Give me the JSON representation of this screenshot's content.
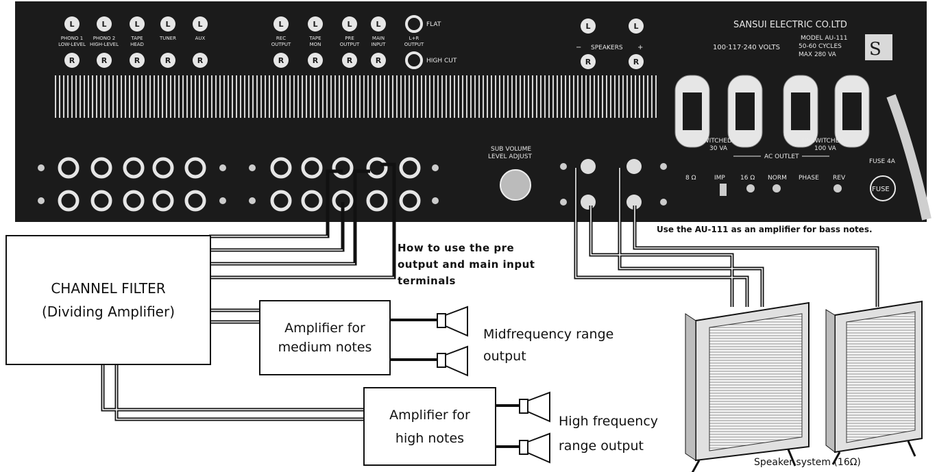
{
  "panel": {
    "brand": "SANSUI ELECTRIC CO.LTD",
    "model": "MODEL AU-111",
    "voltage": "100·117·240 VOLTS",
    "cycles": "50-60 CYCLES",
    "max": "MAX 280 VA",
    "jacks_top": [
      "PHONO 1\nLOW-LEVEL",
      "PHONO 2\nHIGH-LEVEL",
      "TAPE\nHEAD",
      "TUNER",
      "AUX",
      "REC\nOUTPUT",
      "TAPE\nMON",
      "PRE\nOUTPUT",
      "MAIN\nINPUT",
      "L+R\nOUTPUT"
    ],
    "flat_label": "FLAT",
    "high_cut_label": "HIGH CUT",
    "speakers_label": "SPEAKERS",
    "switched": "SWITCHED",
    "switched_va": "30 VA",
    "unswitched": "UNSWITCHED",
    "unswitched_va": "100 VA",
    "ac_outlet": "AC OUTLET",
    "sub_volume": "SUB VOLUME",
    "level_adjust": "LEVEL ADJUST",
    "imp": "IMP",
    "imp_8": "8 Ω",
    "imp_16": "16 Ω",
    "phase": "PHASE",
    "norm": "NORM",
    "rev": "REV",
    "fuse": "FUSE",
    "fuse_rating": "FUSE 4A",
    "jack_L": "L",
    "jack_R": "R"
  },
  "diagram": {
    "channel_filter_line1": "CHANNEL FILTER",
    "channel_filter_line2": "(Dividing Amplifier)",
    "amp_medium_line1": "Amplifier for",
    "amp_medium_line2": "medium notes",
    "amp_high_line1": "Amplifier for",
    "amp_high_line2": "high notes",
    "how_to_line1": "How to use the pre",
    "how_to_line2": "output and main input",
    "how_to_line3": "terminals",
    "mid_output_line1": "Midfrequency range",
    "mid_output_line2": "output",
    "high_output_line1": "High frequency",
    "high_output_line2": "range output",
    "bass_note": "Use the AU-111 as an amplifier for bass notes.",
    "speaker_system": "Speaker system (16Ω)"
  }
}
